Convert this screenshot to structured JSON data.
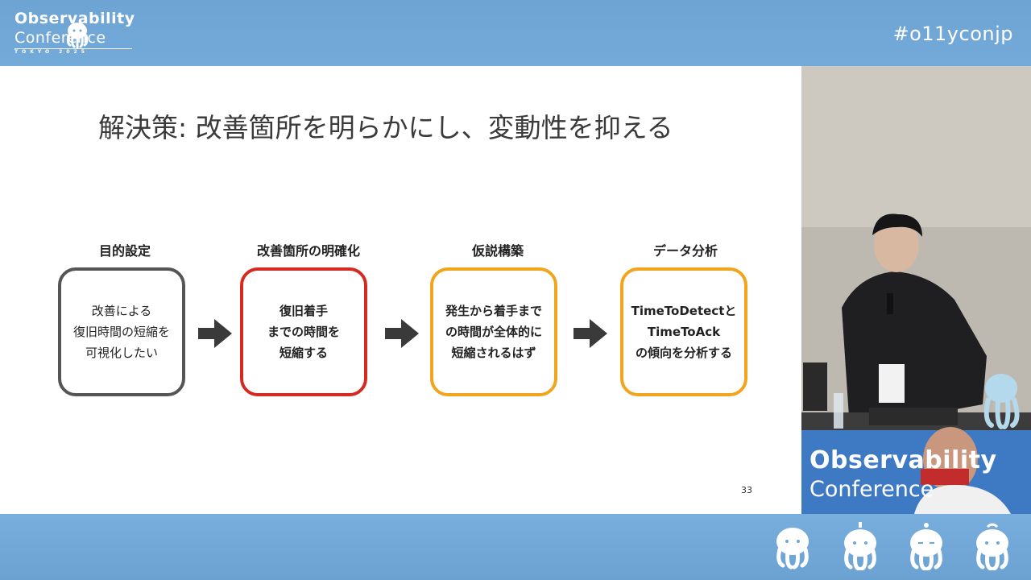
{
  "header": {
    "logo_line1": "Observability",
    "logo_line2": "Conference",
    "logo_line3": "TOKYO 2025",
    "hashtag": "#o11yconjp"
  },
  "slide": {
    "title": "解決策: 改善箇所を明らかにし、変動性を抑える",
    "steps": [
      {
        "label": "目的設定",
        "text": "改善による\n復旧時間の短縮を\n可視化したい",
        "color": "#555555"
      },
      {
        "label": "改善箇所の明確化",
        "text": "復旧着手\nまでの時間を\n短縮する",
        "color": "#d42a1f"
      },
      {
        "label": "仮説構築",
        "text": "発生から着手まで\nの時間が全体的に\n短縮されるはず",
        "color": "#f0a51c"
      },
      {
        "label": "データ分析",
        "text": "TimeToDetectと\nTimeToAck\nの傾向を分析する",
        "color": "#f0a51c"
      }
    ],
    "page_number": "33"
  },
  "video": {
    "booth_logo_line1": "Observability",
    "booth_logo_line2": "Conference"
  },
  "colors": {
    "band": "#6fa6d6",
    "slide_bg": "#ffffff",
    "arrow": "#3a3a3a"
  }
}
